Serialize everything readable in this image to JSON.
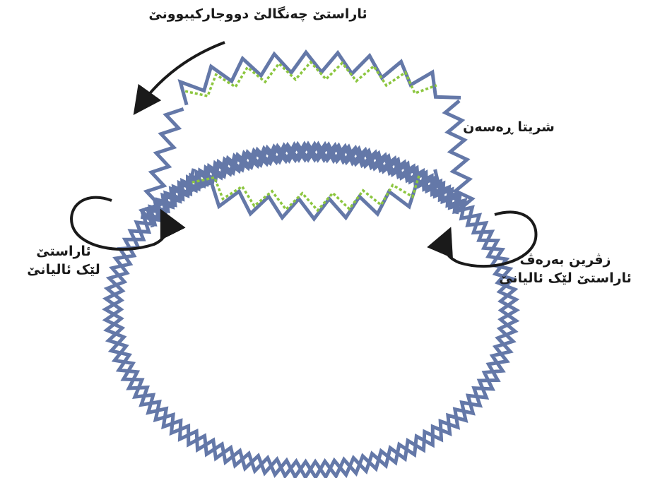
{
  "labels": {
    "top_arrow": "ئاراستێ چەنگالێ دووجارکیبوونێ",
    "template_strand": "شریتا ڕەسەن",
    "left_line1": "ئاراستێ",
    "left_line2": "لێک ئالیانێ",
    "right_line1": "زڤرین بەرەڤ",
    "right_line2": "ئاراستێ لێک ئالیانێ"
  },
  "colors": {
    "double_helix": "#6478a8",
    "new_strand": "#8cc63f",
    "arrow": "#1a1a1a",
    "background": "#ffffff"
  }
}
